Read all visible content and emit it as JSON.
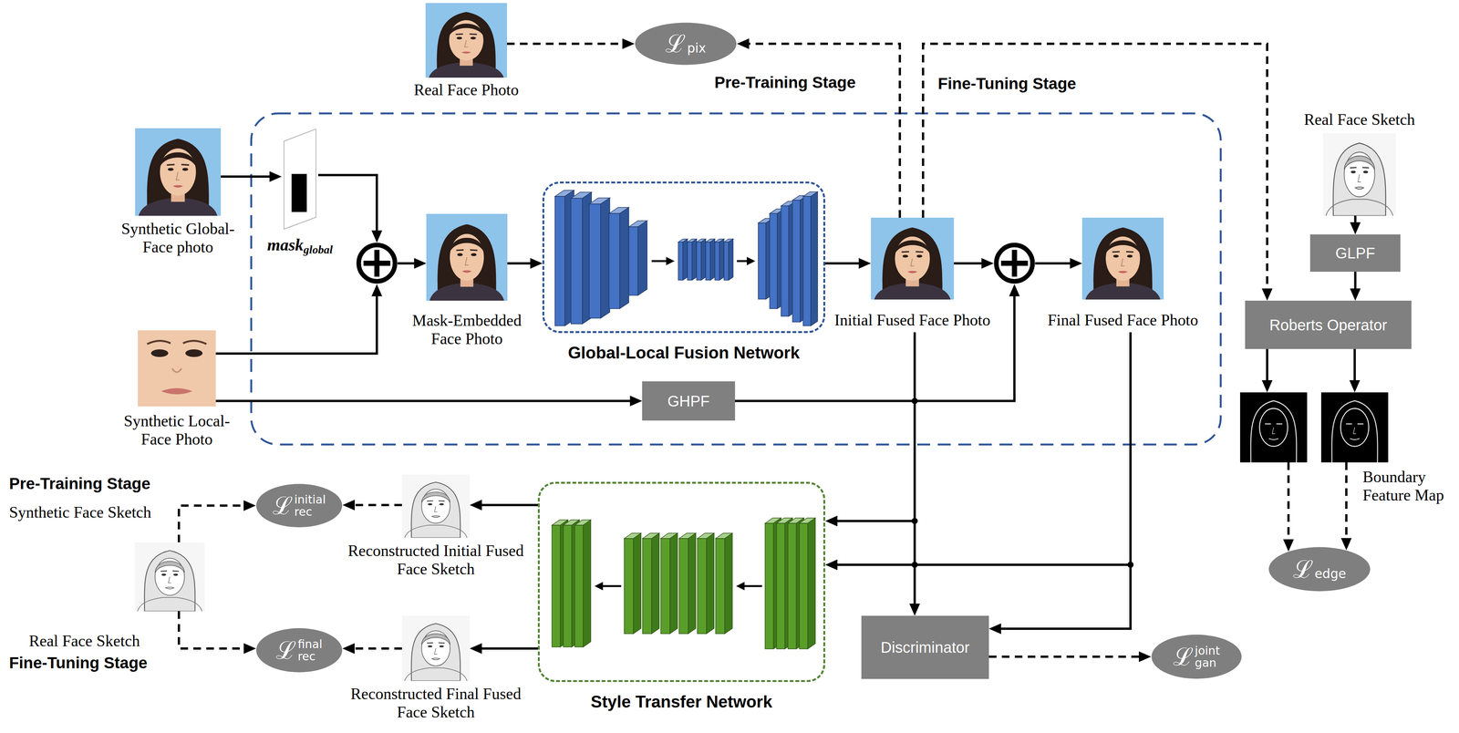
{
  "diagram": {
    "nodes": [
      {
        "text": [
          "Real Face Photo"
        ]
      },
      {
        "text": [
          "ℒ",
          "pix"
        ]
      },
      {
        "text": [
          "Synthetic Global- Face photo"
        ]
      },
      {
        "text": [
          "mask",
          "global"
        ]
      },
      {
        "text": [
          "⊕"
        ]
      },
      {
        "text": [
          "Synthetic Local- Face Photo"
        ]
      },
      {
        "text": [
          "Mask-Embedded Face Photo"
        ]
      },
      {
        "text": [
          "Global-Local Fusion Network"
        ]
      },
      {
        "text": [
          "Initial Fused Face Photo"
        ]
      },
      {
        "text": [
          "⊕"
        ]
      },
      {
        "text": [
          "Final Fused Face Photo"
        ]
      },
      {
        "text": [
          "GHPF"
        ]
      },
      {
        "text": [
          "Real Face Sketch"
        ]
      },
      {
        "text": [
          "GLPF"
        ]
      },
      {
        "text": [
          "Roberts Operator"
        ]
      },
      {
        "text": [
          "Boundary Feature Map"
        ]
      },
      {
        "text": [
          "ℒ",
          "edge"
        ]
      },
      {
        "text": [
          "Synthetic Face Sketch",
          "Real Face Sketch"
        ]
      },
      {
        "text": [
          "ℒ",
          "initial",
          "rec"
        ]
      },
      {
        "text": [
          "Reconstructed Initial Fused Face Sketch"
        ]
      },
      {
        "text": [
          "Style Transfer Network"
        ]
      },
      {
        "text": [
          "Reconstructed Final Fused Face Sketch"
        ]
      },
      {
        "text": [
          "ℒ",
          "final",
          "rec"
        ]
      },
      {
        "text": [
          "Discriminator"
        ]
      },
      {
        "text": [
          "ℒ",
          "joint",
          "gan"
        ]
      }
    ],
    "edges": [
      {
        "from": 2,
        "to": 3,
        "arrow": "to"
      },
      {
        "from": 3,
        "to": 4,
        "arrow": "to"
      },
      {
        "from": 5,
        "to": 4,
        "arrow": "to"
      },
      {
        "from": 4,
        "to": 6,
        "arrow": "to"
      },
      {
        "from": 6,
        "to": 7,
        "arrow": "to"
      },
      {
        "from": 7,
        "to": 8,
        "arrow": "to"
      },
      {
        "from": 8,
        "to": 9,
        "arrow": "to"
      },
      {
        "from": 9,
        "to": 10,
        "arrow": "to"
      },
      {
        "from": 5,
        "to": 11,
        "arrow": "to"
      },
      {
        "from": 11,
        "to": 9,
        "arrow": "to"
      },
      {
        "from": 0,
        "to": 1,
        "arrow": "to"
      },
      {
        "from": 8,
        "to": 1,
        "arrow": "to"
      },
      {
        "from": 8,
        "to": 14,
        "arrow": "to"
      },
      {
        "from": 12,
        "to": 13,
        "arrow": "to"
      },
      {
        "from": 13,
        "to": 14,
        "arrow": "to"
      },
      {
        "from": 14,
        "to": 15,
        "arrow": "to"
      },
      {
        "from": 15,
        "to": 16,
        "arrow": "to"
      },
      {
        "from": 8,
        "to": 20,
        "arrow": "to"
      },
      {
        "from": 8,
        "to": 23,
        "arrow": "to"
      },
      {
        "from": 10,
        "to": 20,
        "arrow": "to"
      },
      {
        "from": 10,
        "to": 23,
        "arrow": "to"
      },
      {
        "from": 20,
        "to": 19,
        "arrow": "to"
      },
      {
        "from": 20,
        "to": 21,
        "arrow": "to"
      },
      {
        "from": 19,
        "to": 18,
        "arrow": "to"
      },
      {
        "from": 21,
        "to": 22,
        "arrow": "to"
      },
      {
        "from": 17,
        "to": 18,
        "arrow": "to"
      },
      {
        "from": 17,
        "to": 22,
        "arrow": "to"
      },
      {
        "from": 23,
        "to": 24,
        "arrow": "to"
      }
    ],
    "labels": [
      "Pre-Training Stage",
      "Fine-Tuning Stage",
      "Pre-Training Stage",
      "Fine-Tuning Stage"
    ]
  }
}
